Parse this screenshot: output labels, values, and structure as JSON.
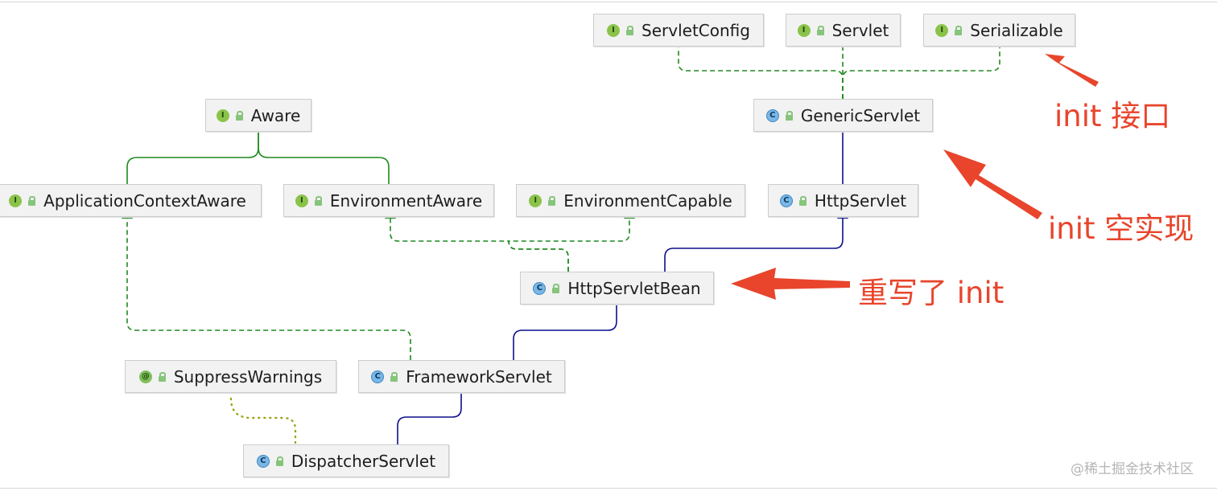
{
  "nodes": [
    {
      "id": "servlet-config",
      "label": "ServletConfig",
      "kind": "interface"
    },
    {
      "id": "servlet",
      "label": "Servlet",
      "kind": "interface"
    },
    {
      "id": "serializable",
      "label": "Serializable",
      "kind": "interface"
    },
    {
      "id": "aware",
      "label": "Aware",
      "kind": "interface"
    },
    {
      "id": "generic-servlet",
      "label": "GenericServlet",
      "kind": "class"
    },
    {
      "id": "application-context-aware",
      "label": "ApplicationContextAware",
      "kind": "interface"
    },
    {
      "id": "environment-aware",
      "label": "EnvironmentAware",
      "kind": "interface"
    },
    {
      "id": "environment-capable",
      "label": "EnvironmentCapable",
      "kind": "interface"
    },
    {
      "id": "http-servlet",
      "label": "HttpServlet",
      "kind": "class"
    },
    {
      "id": "http-servlet-bean",
      "label": "HttpServletBean",
      "kind": "class"
    },
    {
      "id": "suppress-warnings",
      "label": "SuppressWarnings",
      "kind": "annotation"
    },
    {
      "id": "framework-servlet",
      "label": "FrameworkServlet",
      "kind": "class"
    },
    {
      "id": "dispatcher-servlet",
      "label": "DispatcherServlet",
      "kind": "class"
    }
  ],
  "badges": {
    "interface": "I",
    "class": "C",
    "annotation": "@"
  },
  "colors": {
    "implements": "#1e8a1e",
    "extends": "#0d0f8c",
    "annotated": "#9aa614",
    "annotation_text": "#e8452c"
  },
  "edges": [
    {
      "from": "generic-servlet",
      "to": "servlet-config",
      "kind": "implements"
    },
    {
      "from": "generic-servlet",
      "to": "servlet",
      "kind": "implements"
    },
    {
      "from": "generic-servlet",
      "to": "serializable",
      "kind": "implements"
    },
    {
      "from": "http-servlet",
      "to": "generic-servlet",
      "kind": "extends"
    },
    {
      "from": "application-context-aware",
      "to": "aware",
      "kind": "interface-extends"
    },
    {
      "from": "environment-aware",
      "to": "aware",
      "kind": "interface-extends"
    },
    {
      "from": "http-servlet-bean",
      "to": "environment-aware",
      "kind": "implements"
    },
    {
      "from": "http-servlet-bean",
      "to": "environment-capable",
      "kind": "implements"
    },
    {
      "from": "http-servlet-bean",
      "to": "http-servlet",
      "kind": "extends"
    },
    {
      "from": "framework-servlet",
      "to": "application-context-aware",
      "kind": "implements"
    },
    {
      "from": "framework-servlet",
      "to": "http-servlet-bean",
      "kind": "extends"
    },
    {
      "from": "dispatcher-servlet",
      "to": "framework-servlet",
      "kind": "extends"
    },
    {
      "from": "dispatcher-servlet",
      "to": "suppress-warnings",
      "kind": "annotated"
    }
  ],
  "annotations": {
    "init_interface": "init 接口",
    "init_empty_impl": "init 空实现",
    "override_init": "重写了 init"
  },
  "watermark": "@稀土掘金技术社区"
}
